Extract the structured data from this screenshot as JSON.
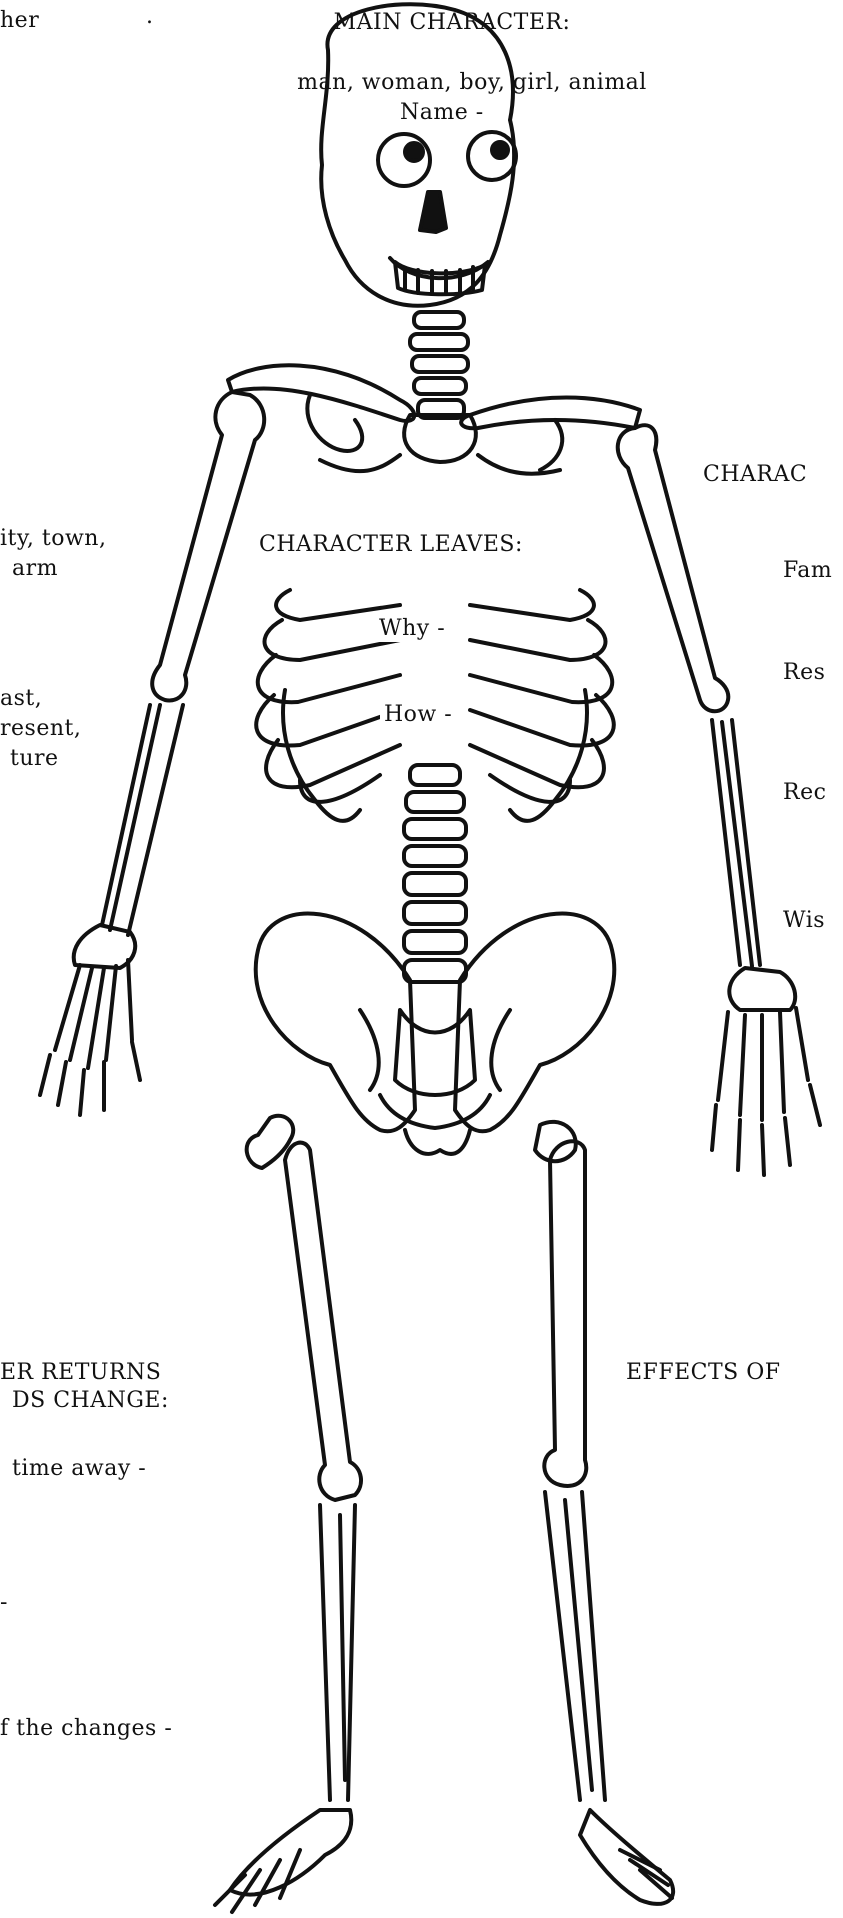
{
  "top_left_fragment": "her",
  "dot": ".",
  "main_character": {
    "title": "MAIN CHARACTER:",
    "options": "man, woman, boy, girl, animal",
    "name_label": "Name -"
  },
  "setting_fragment": {
    "place_line1": "ity, town,",
    "place_line2": "arm",
    "time_line1": "ast,",
    "time_line2": "resent,",
    "time_line3": "ture"
  },
  "character_leaves": {
    "title": "CHARACTER LEAVES:",
    "why_label": "Why -",
    "how_label": "How -"
  },
  "right_fragment": {
    "title": "CHARAC",
    "item1": "Fam",
    "item2": "Res",
    "item3": "Rec",
    "item4": "Wis"
  },
  "returns_fragment": {
    "title_line1": "ER RETURNS",
    "title_line2": "DS CHANGE:",
    "item1": "time away -",
    "item2": "-",
    "item3": "f the changes -"
  },
  "effects_fragment": {
    "title": "EFFECTS OF"
  }
}
